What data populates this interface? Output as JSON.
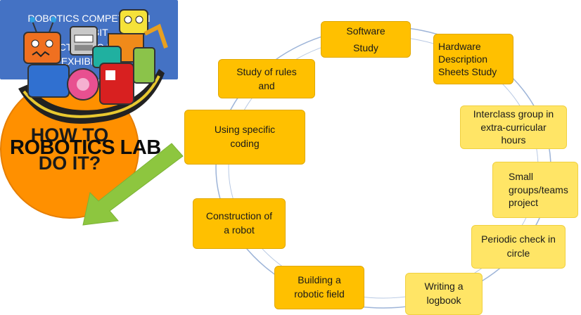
{
  "lab_title": "ROBOTICS LAB",
  "center_question": "HOW TO\nDO IT?",
  "outcomes": "ROBOTICS COMPETITION\nEXHIBIT\nELECTRONIC FAIR &\nEXHIBITION",
  "steps": {
    "software_study": "Software\nStudy",
    "hardware_sheets": "Hardware\nDescription\nSheets Study",
    "interclass_group": "Interclass group in\nextra-curricular\nhours",
    "small_groups": "Small\ngroups/teams\nproject",
    "periodic_check": "Periodic check in\ncircle",
    "writing_logbook": "Writing a\nlogbook",
    "building_field": "Building a\nrobotic field",
    "construction": "Construction of\na robot",
    "specific_coding": "Using specific\ncoding",
    "study_rules": "Study of rules\nand"
  },
  "colors": {
    "box_gold": "#ffc000",
    "box_pale": "#ffe566",
    "center_orange": "#ff9000",
    "outcome_blue": "#4472c4",
    "arrow_green": "#8dc63f",
    "ring_blue": "#9db4d8"
  },
  "illustration": "robot-drawing-icon"
}
